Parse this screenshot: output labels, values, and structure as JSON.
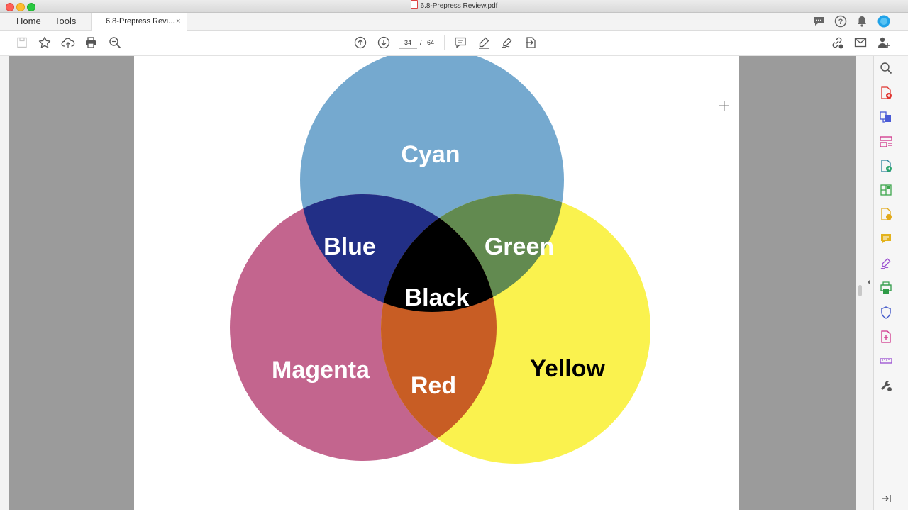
{
  "window": {
    "title": "6.8-Prepress Review.pdf"
  },
  "tabs": {
    "home": "Home",
    "tools": "Tools",
    "document": "6.8-Prepress Revi...",
    "close": "×"
  },
  "pagination": {
    "current": "34",
    "separator": "/",
    "total": "64"
  },
  "venn": {
    "labels": {
      "cyan": "Cyan",
      "blue": "Blue",
      "green": "Green",
      "black": "Black",
      "magenta": "Magenta",
      "red": "Red",
      "yellow": "Yellow"
    },
    "colors": {
      "cyan": "#75a9cf",
      "magenta": "#c3658e",
      "yellow": "#faf24e",
      "blue": "#222f86",
      "green": "#628a50",
      "red": "#c85d24",
      "black": "#000000"
    }
  },
  "icons": {
    "toolbar": [
      "save-icon",
      "bookmark-star-icon",
      "upload-cloud-icon",
      "print-icon",
      "zoom-icon",
      "page-up-icon",
      "page-down-icon",
      "comment-icon",
      "highlight-pen-icon",
      "fill-sign-icon",
      "more-tools-icon",
      "share-link-icon",
      "email-icon",
      "add-user-icon"
    ],
    "rightbar": [
      "search-zoom-icon",
      "create-pdf-icon",
      "combine-files-icon",
      "organize-pages-icon",
      "export-pdf-icon",
      "edit-pdf-icon",
      "enhance-scans-icon",
      "comment-tool-icon",
      "fill-sign-tool-icon",
      "send-for-signature-icon",
      "protect-icon",
      "rich-media-icon",
      "measure-icon",
      "more-tools-wrench-icon"
    ]
  }
}
